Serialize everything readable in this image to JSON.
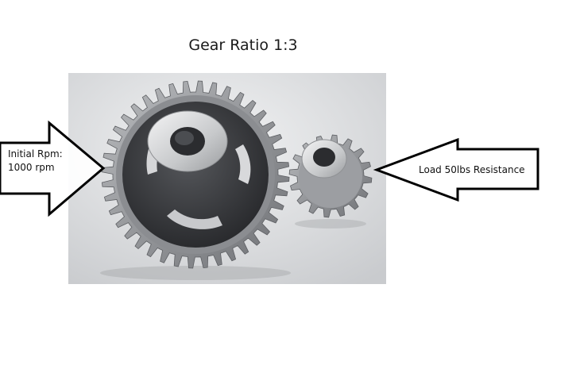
{
  "title": "Gear Ratio 1:3",
  "left_arrow": {
    "line1": "Initial Rpm:",
    "line2": "1000 rpm"
  },
  "right_arrow": {
    "label": "Load 50lbs Resistance"
  },
  "photo": {
    "large_gear_teeth": 40,
    "small_gear_teeth": 16
  },
  "colors": {
    "background": "#ffffff",
    "photo_background": "#d9dbdd",
    "arrow_stroke": "#000000",
    "steel_light": "#e4e5e6",
    "steel_dark": "#4a4c50"
  }
}
